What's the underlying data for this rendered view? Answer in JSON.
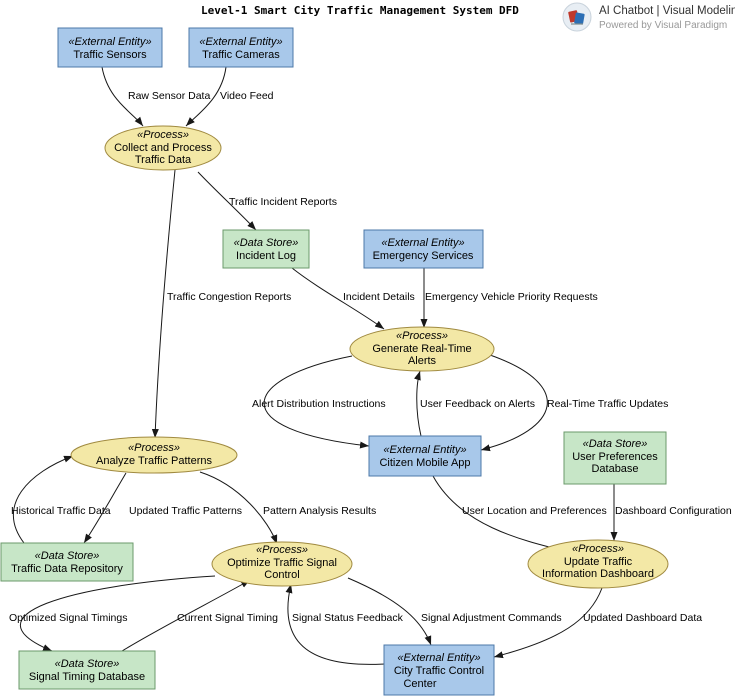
{
  "title": "Level-1 Smart City Traffic Management System DFD",
  "badge": {
    "line1": "AI Chatbot | Visual Modeling",
    "line2": "Powered by Visual Paradigm",
    "logo_icon": "visual-paradigm-logo-icon",
    "logo_color": "#c0392b"
  },
  "colors": {
    "external_entity_fill": "#a8c8ea",
    "data_store_fill": "#c7e6c7",
    "process_fill": "#f3e8a6"
  },
  "nodes": {
    "sensors": {
      "stereotype": "«External Entity»",
      "lines": [
        "Traffic Sensors"
      ]
    },
    "cameras": {
      "stereotype": "«External Entity»",
      "lines": [
        "Traffic Cameras"
      ]
    },
    "collect": {
      "stereotype": "«Process»",
      "lines": [
        "Collect and Process",
        "Traffic Data"
      ]
    },
    "incident": {
      "stereotype": "«Data Store»",
      "lines": [
        "Incident Log"
      ]
    },
    "emergency": {
      "stereotype": "«External Entity»",
      "lines": [
        "Emergency Services"
      ]
    },
    "alerts": {
      "stereotype": "«Process»",
      "lines": [
        "Generate Real-Time",
        "Alerts"
      ]
    },
    "citizen": {
      "stereotype": "«External Entity»",
      "lines": [
        "Citizen Mobile App"
      ]
    },
    "prefs": {
      "stereotype": "«Data Store»",
      "lines": [
        "User Preferences",
        "Database"
      ]
    },
    "analyze": {
      "stereotype": "«Process»",
      "lines": [
        "Analyze Traffic Patterns"
      ]
    },
    "repo": {
      "stereotype": "«Data Store»",
      "lines": [
        "Traffic Data Repository"
      ]
    },
    "optimize": {
      "stereotype": "«Process»",
      "lines": [
        "Optimize Traffic Signal",
        "Control"
      ]
    },
    "dashboard": {
      "stereotype": "«Process»",
      "lines": [
        "Update Traffic",
        "Information Dashboard"
      ]
    },
    "timing": {
      "stereotype": "«Data Store»",
      "lines": [
        "Signal Timing Database"
      ]
    },
    "center": {
      "stereotype": "«External Entity»",
      "lines": [
        "City Traffic Control",
        "Center"
      ]
    }
  },
  "flows": {
    "raw_sensor": "Raw Sensor Data",
    "video_feed": "Video Feed",
    "incident_reports": "Traffic Incident Reports",
    "congestion_reports": "Traffic Congestion Reports",
    "incident_details": "Incident Details",
    "priority_requests": "Emergency Vehicle Priority Requests",
    "distribution": "Alert Distribution Instructions",
    "feedback": "User Feedback on Alerts",
    "realtime_updates": "Real-Time Traffic Updates",
    "historical": "Historical Traffic Data",
    "updated_patterns": "Updated Traffic Patterns",
    "analysis_results": "Pattern Analysis Results",
    "location_prefs": "User Location and Preferences",
    "dashboard_config": "Dashboard Configuration",
    "optimized_timings": "Optimized Signal Timings",
    "current_timing": "Current Signal Timing",
    "status_feedback": "Signal Status Feedback",
    "adjustment_commands": "Signal Adjustment Commands",
    "dashboard_data": "Updated Dashboard Data"
  }
}
